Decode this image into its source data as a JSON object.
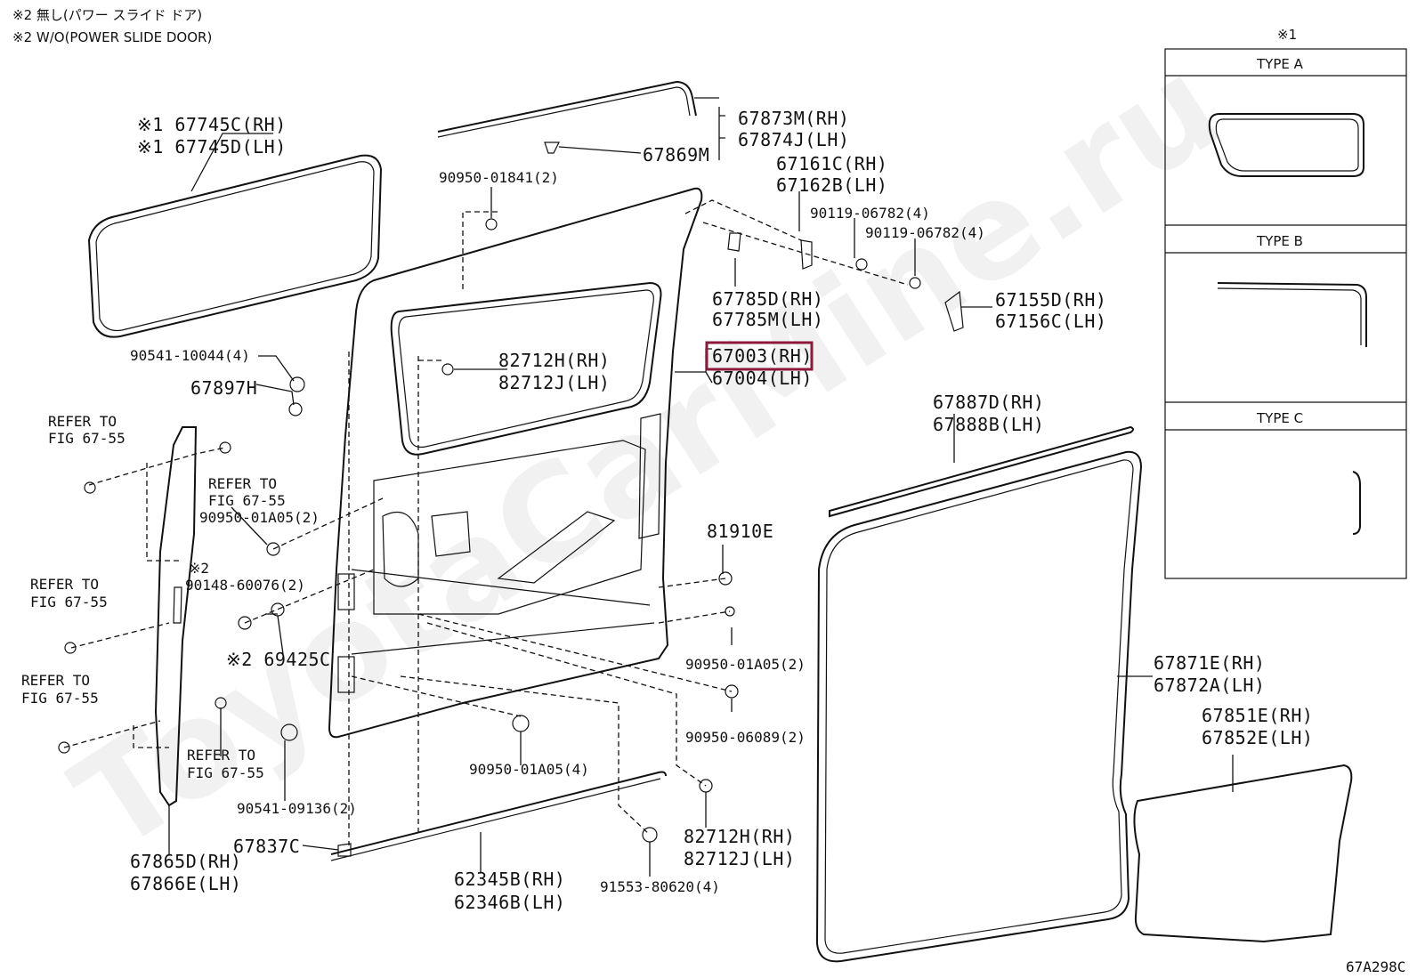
{
  "notes": {
    "line1": "※2 無し(パワー スライド ドア)",
    "line2": "※2 W/O(POWER SLIDE DOOR)"
  },
  "legend": {
    "marker": "※1",
    "type_a": "TYPE  A",
    "type_b": "TYPE  B",
    "type_c": "TYPE  C"
  },
  "watermark": "ToyotaCarMine.ru",
  "diagram_code": "67A298C",
  "highlighted_part": "67003(RH)",
  "highlight_color": "#8b1a3a",
  "labels": {
    "p67745": {
      "l1": "※1 67745C(RH)",
      "l2": "※1 67745D(LH)"
    },
    "p67873": {
      "l1": "67873M(RH)",
      "l2": "67874J(LH)"
    },
    "p67869": "67869M",
    "p90950_01841": "90950-01841(2)",
    "p67161": {
      "l1": "67161C(RH)",
      "l2": "67162B(LH)"
    },
    "p90119_a": "90119-06782(4)",
    "p90119_b": "90119-06782(4)",
    "p67155": {
      "l1": "67155D(RH)",
      "l2": "67156C(LH)"
    },
    "p67785": {
      "l1": "67785D(RH)",
      "l2": "67785M(LH)"
    },
    "p67003": {
      "l1": "67003(RH)",
      "l2": "67004(LH)"
    },
    "p90541_10044": "90541-10044(4)",
    "p67897": "67897H",
    "p82712_top": {
      "l1": "82712H(RH)",
      "l2": "82712J(LH)"
    },
    "p67887": {
      "l1": "67887D(RH)",
      "l2": "67888B(LH)"
    },
    "ref1": {
      "l1": "REFER TO",
      "l2": "FIG 67-55"
    },
    "ref2": {
      "l1": "REFER TO",
      "l2": "FIG 67-55"
    },
    "p90950_01a05_a": "90950-01A05(2)",
    "p90148": {
      "mark": "※2",
      "l1": "90148-60076(2)"
    },
    "ref3": {
      "l1": "REFER TO",
      "l2": "FIG 67-55"
    },
    "p69425": "※2 69425C",
    "p81910": "81910E",
    "p90950_01a05_b": "90950-01A05(2)",
    "ref4": {
      "l1": "REFER TO",
      "l2": "FIG 67-55"
    },
    "ref5": {
      "l1": "REFER TO",
      "l2": "FIG 67-55"
    },
    "p67871": {
      "l1": "67871E(RH)",
      "l2": "67872A(LH)"
    },
    "p90950_06089": "90950-06089(2)",
    "p67851": {
      "l1": "67851E(RH)",
      "l2": "67852E(LH)"
    },
    "p90950_01a05_c": "90950-01A05(4)",
    "p90541_09136": "90541-09136(2)",
    "p82712_bot": {
      "l1": "82712H(RH)",
      "l2": "82712J(LH)"
    },
    "p67837": "67837C",
    "p67865": {
      "l1": "67865D(RH)",
      "l2": "67866E(LH)"
    },
    "p62345": {
      "l1": "62345B(RH)",
      "l2": "62346B(LH)"
    },
    "p91553": "91553-80620(4)"
  }
}
